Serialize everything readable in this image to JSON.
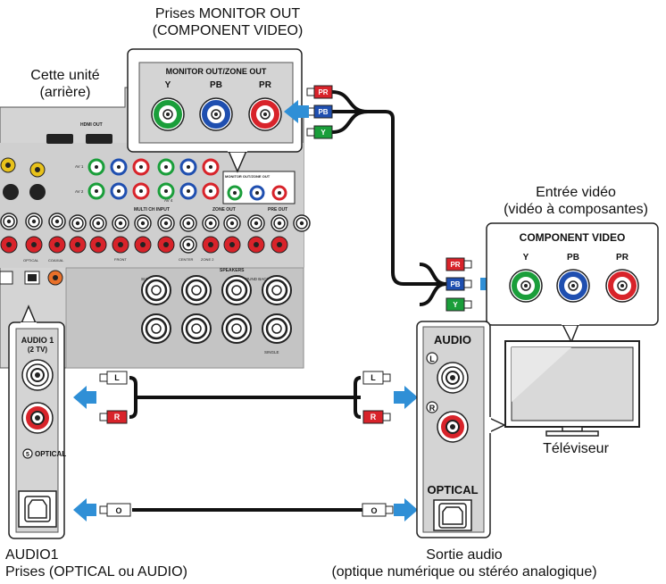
{
  "labels": {
    "monitor_out_title_1": "Prises MONITOR OUT",
    "monitor_out_title_2": "(COMPONENT VIDEO)",
    "unit_1": "Cette unité",
    "unit_2": "(arrière)",
    "video_in_1": "Entrée vidéo",
    "video_in_2": "(vidéo à composantes)",
    "tv": "Téléviseur",
    "audio1_1": "AUDIO1",
    "audio1_2": "Prises (OPTICAL ou AUDIO)",
    "audio_out_1": "Sortie audio",
    "audio_out_2": "(optique numérique ou stéréo analogique)"
  },
  "receiver_panel": {
    "monitor_zone_out": "MONITOR OUT/ZONE OUT",
    "y": "Y",
    "pb": "PB",
    "pr": "PR",
    "hdmi_out": "HDMI OUT",
    "multi_ch_input": "MULTI CH INPUT",
    "zone_out": "ZONE OUT",
    "pre_out": "PRE OUT",
    "speakers": "SPEAKERS",
    "surround": "SURROUND",
    "surround_back": "SURROUND BACK",
    "front": "FRONT",
    "center": "CENTER",
    "subwoofer": "SUBWOOFER",
    "zone2": "ZONE 2",
    "single": "SINGLE",
    "optical": "OPTICAL",
    "coaxial": "COAXIAL",
    "av1": "AV 1",
    "av2": "AV 2",
    "av3": "AV 3",
    "av4": "AV 4"
  },
  "monitor_callout": {
    "title": "MONITOR OUT/ZONE OUT",
    "y": "Y",
    "pb": "PB",
    "pr": "PR"
  },
  "tv_component": {
    "title": "COMPONENT VIDEO",
    "y": "Y",
    "pb": "PB",
    "pr": "PR"
  },
  "receiver_audio_callout": {
    "title": "AUDIO 1",
    "subtitle": "(2 TV)",
    "optical_num": "5",
    "optical": "OPTICAL"
  },
  "tv_audio_callout": {
    "audio": "AUDIO",
    "l": "L",
    "r": "R",
    "optical": "OPTICAL"
  },
  "cable_plugs": {
    "pr": "PR",
    "pb": "PB",
    "y": "Y",
    "l": "L",
    "r": "R",
    "o": "O"
  },
  "colors": {
    "green": "#1a9e3a",
    "blue": "#1f4fb0",
    "red": "#d8232a",
    "arrow": "#2f8fd6",
    "panel": "#d4d4d4"
  }
}
